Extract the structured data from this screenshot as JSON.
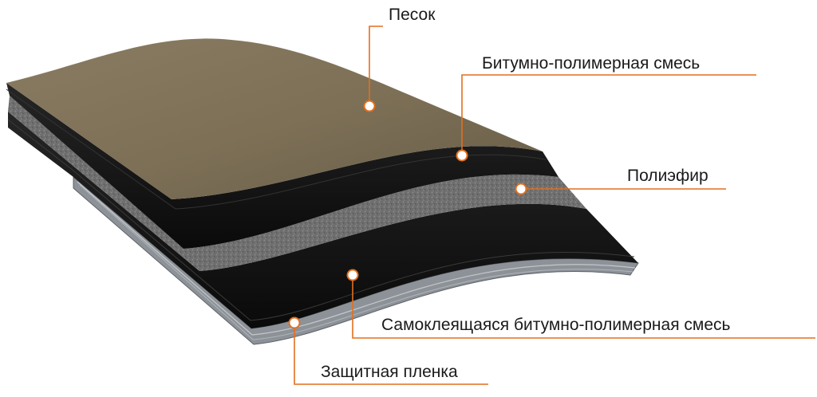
{
  "labels": {
    "sand": "Песок",
    "bitumen_polymer_mix": "Битумно-полимерная смесь",
    "polyester": "Полиэфир",
    "self_adhesive_mix": "Самоклеящаяся битумно-полимерная смесь",
    "protective_film": "Защитная пленка"
  },
  "colors": {
    "leader_line": "#e36f1e",
    "sand_top": "#7f7259",
    "bitumen": "#151515",
    "polyester": "#6f6f6f",
    "film": "#8d9298"
  }
}
